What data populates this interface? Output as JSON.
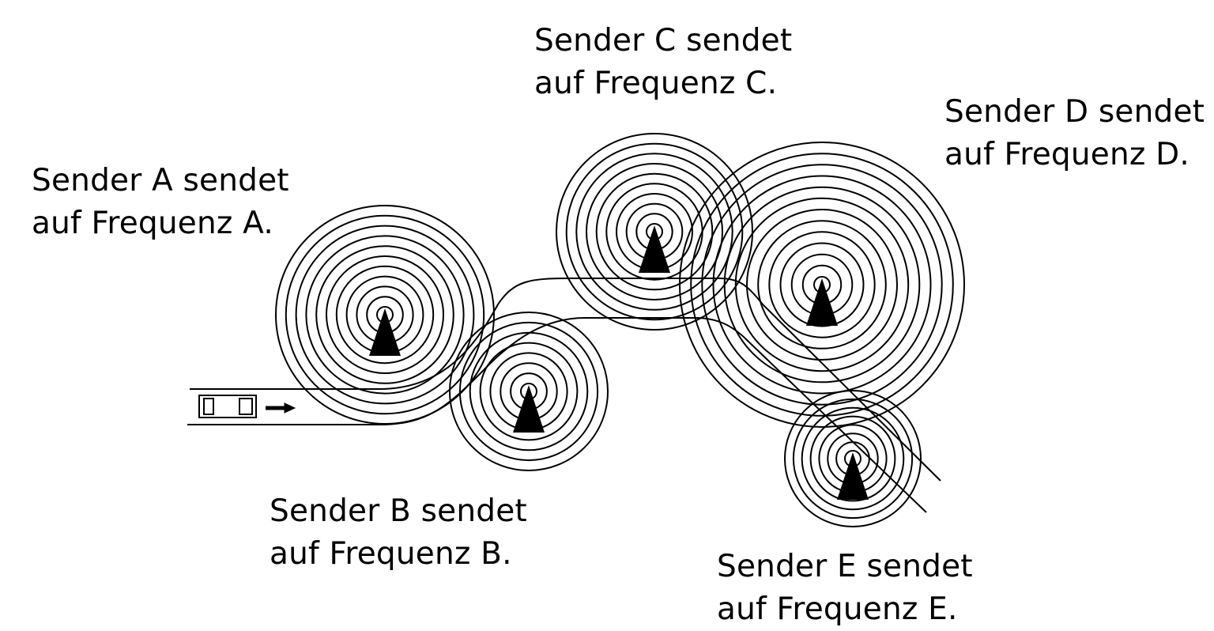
{
  "transmitters": [
    {
      "id": "A",
      "line1": "Sender A sendet",
      "line2": "auf Frequenz A."
    },
    {
      "id": "B",
      "line1": "Sender B sendet",
      "line2": "auf Frequenz B."
    },
    {
      "id": "C",
      "line1": "Sender C sendet",
      "line2": "auf Frequenz C."
    },
    {
      "id": "D",
      "line1": "Sender D sendet",
      "line2": "auf Frequenz D."
    },
    {
      "id": "E",
      "line1": "Sender E sendet",
      "line2": "auf Frequenz E."
    }
  ],
  "colors": {
    "ink": "#000000",
    "background": "#ffffff"
  },
  "icons": {
    "transmitter": "triangle-antenna-icon",
    "vehicle": "car-icon",
    "direction": "arrow-right-icon"
  }
}
